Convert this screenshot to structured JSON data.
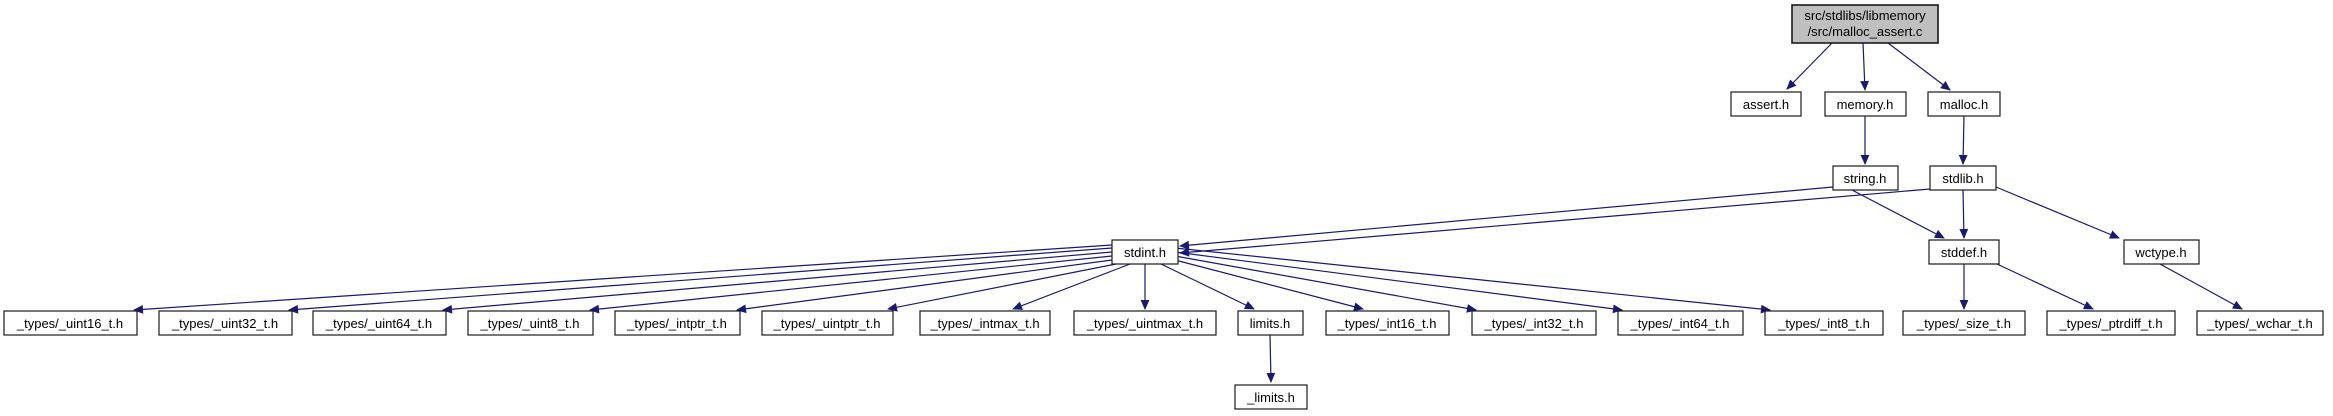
{
  "diagram": {
    "kind": "include-dependency-graph",
    "colors": {
      "edge": "#191970",
      "node_border": "#1a1a1a",
      "node_fill": "#ffffff",
      "root_fill": "#bfbfbf",
      "text": "#000000",
      "background": "#ffffff"
    }
  },
  "nodes": {
    "root": {
      "label_line1": "src/stdlibs/libmemory",
      "label_line2": "/src/malloc_assert.c"
    },
    "assert_h": {
      "label": "assert.h"
    },
    "memory_h": {
      "label": "memory.h"
    },
    "malloc_h": {
      "label": "malloc.h"
    },
    "string_h": {
      "label": "string.h"
    },
    "stdlib_h": {
      "label": "stdlib.h"
    },
    "stdint_h": {
      "label": "stdint.h"
    },
    "stddef_h": {
      "label": "stddef.h"
    },
    "wctype_h": {
      "label": "wctype.h"
    },
    "uint16": {
      "label": "_types/_uint16_t.h"
    },
    "uint32": {
      "label": "_types/_uint32_t.h"
    },
    "uint64": {
      "label": "_types/_uint64_t.h"
    },
    "uint8": {
      "label": "_types/_uint8_t.h"
    },
    "intptr": {
      "label": "_types/_intptr_t.h"
    },
    "uintptr": {
      "label": "_types/_uintptr_t.h"
    },
    "intmax": {
      "label": "_types/_intmax_t.h"
    },
    "uintmax": {
      "label": "_types/_uintmax_t.h"
    },
    "limits_h": {
      "label": "limits.h"
    },
    "int16": {
      "label": "_types/_int16_t.h"
    },
    "int32": {
      "label": "_types/_int32_t.h"
    },
    "int64": {
      "label": "_types/_int64_t.h"
    },
    "int8": {
      "label": "_types/_int8_t.h"
    },
    "size_t": {
      "label": "_types/_size_t.h"
    },
    "ptrdiff_t": {
      "label": "_types/_ptrdiff_t.h"
    },
    "wchar_t": {
      "label": "_types/_wchar_t.h"
    },
    "limits_internal": {
      "label": "_limits.h"
    }
  },
  "edges": [
    {
      "from": "root",
      "to": "assert_h"
    },
    {
      "from": "root",
      "to": "memory_h"
    },
    {
      "from": "root",
      "to": "malloc_h"
    },
    {
      "from": "memory_h",
      "to": "string_h"
    },
    {
      "from": "malloc_h",
      "to": "stdlib_h"
    },
    {
      "from": "string_h",
      "to": "stdint_h"
    },
    {
      "from": "string_h",
      "to": "stddef_h"
    },
    {
      "from": "stdlib_h",
      "to": "stdint_h"
    },
    {
      "from": "stdlib_h",
      "to": "stddef_h"
    },
    {
      "from": "stdlib_h",
      "to": "wctype_h"
    },
    {
      "from": "stddef_h",
      "to": "size_t"
    },
    {
      "from": "stddef_h",
      "to": "ptrdiff_t"
    },
    {
      "from": "wctype_h",
      "to": "wchar_t"
    },
    {
      "from": "stdint_h",
      "to": "uint16"
    },
    {
      "from": "stdint_h",
      "to": "uint32"
    },
    {
      "from": "stdint_h",
      "to": "uint64"
    },
    {
      "from": "stdint_h",
      "to": "uint8"
    },
    {
      "from": "stdint_h",
      "to": "intptr"
    },
    {
      "from": "stdint_h",
      "to": "uintptr"
    },
    {
      "from": "stdint_h",
      "to": "intmax"
    },
    {
      "from": "stdint_h",
      "to": "uintmax"
    },
    {
      "from": "stdint_h",
      "to": "limits_h"
    },
    {
      "from": "stdint_h",
      "to": "int16"
    },
    {
      "from": "stdint_h",
      "to": "int32"
    },
    {
      "from": "stdint_h",
      "to": "int64"
    },
    {
      "from": "stdint_h",
      "to": "int8"
    },
    {
      "from": "limits_h",
      "to": "limits_internal"
    }
  ]
}
